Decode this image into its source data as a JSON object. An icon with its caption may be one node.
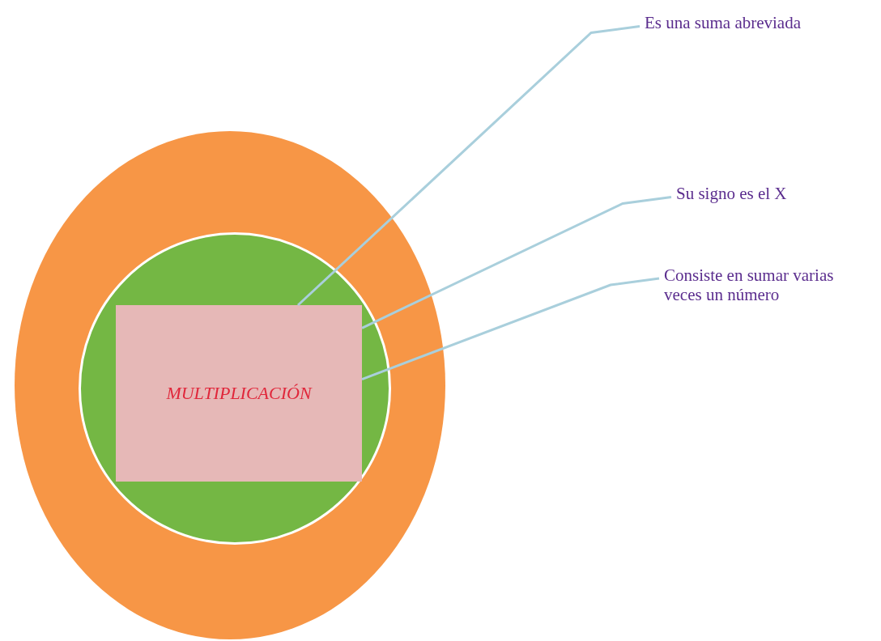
{
  "diagram": {
    "nodes": [
      {
        "text": [],
        "shape": "circle"
      },
      {
        "text": [],
        "shape": "circle",
        "in": 0
      },
      {
        "text": [
          "MULTIPLICACIÓN"
        ],
        "in": 1
      },
      {
        "text": [
          "Es una suma abreviada"
        ]
      },
      {
        "text": [
          "Su signo es el X"
        ]
      },
      {
        "text": [
          "Consiste en sumar varias veces un número"
        ]
      }
    ],
    "edges": [
      {
        "from": 3,
        "to": 2,
        "arrow": "none"
      },
      {
        "from": 4,
        "to": 2,
        "arrow": "none"
      },
      {
        "from": 5,
        "to": 2,
        "arrow": "none"
      }
    ]
  }
}
